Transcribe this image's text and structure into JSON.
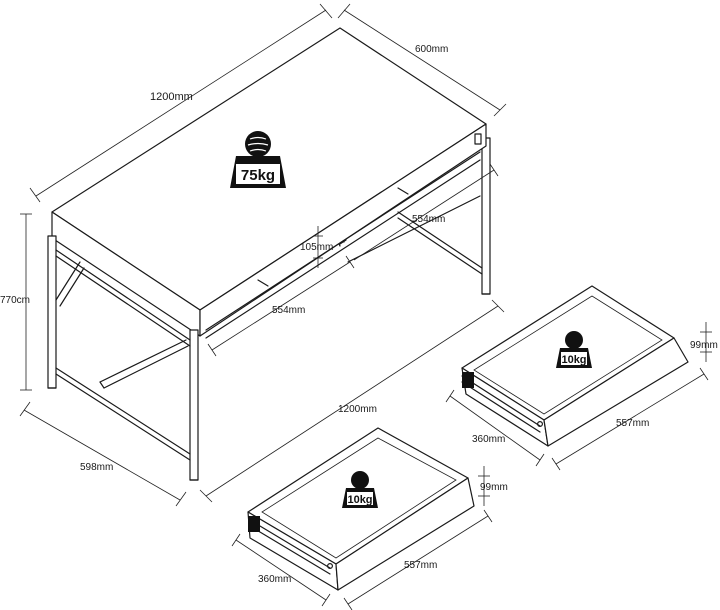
{
  "desk": {
    "width_label": "1200mm",
    "depth_label": "600mm",
    "height_label": "770cm",
    "front_width_label": "1200mm",
    "leg_depth_label": "598mm",
    "drawer_front_label_left": "554mm",
    "drawer_front_label_right": "554mm",
    "drawer_height_label": "105mm",
    "load_label": "75kg"
  },
  "drawers": [
    {
      "load_label": "10kg",
      "depth_label": "360mm",
      "width_label": "557mm",
      "height_label": "99mm"
    },
    {
      "load_label": "10kg",
      "depth_label": "360mm",
      "width_label": "557mm",
      "height_label": "99mm"
    }
  ]
}
